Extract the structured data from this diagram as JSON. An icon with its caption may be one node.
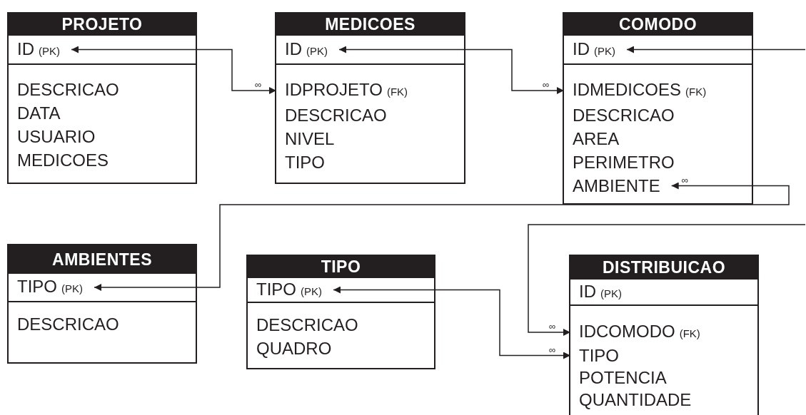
{
  "diagram": {
    "nodes": [
      {
        "text": [
          "PROJETO"
        ]
      },
      {
        "text": [
          "ID",
          "(PK)"
        ],
        "in": 0
      },
      {
        "text": [
          "DESCRICAO"
        ],
        "in": 0
      },
      {
        "text": [
          "DATA"
        ],
        "in": 0
      },
      {
        "text": [
          "USUARIO"
        ],
        "in": 0
      },
      {
        "text": [
          "MEDICOES"
        ],
        "in": 0
      },
      {
        "text": [
          "MEDICOES"
        ]
      },
      {
        "text": [
          "ID",
          "(PK)"
        ],
        "in": 6
      },
      {
        "text": [
          "IDPROJETO",
          "(FK)"
        ],
        "in": 6
      },
      {
        "text": [
          "DESCRICAO"
        ],
        "in": 6
      },
      {
        "text": [
          "NIVEL"
        ],
        "in": 6
      },
      {
        "text": [
          "TIPO"
        ],
        "in": 6
      },
      {
        "text": [
          "COMODO"
        ]
      },
      {
        "text": [
          "ID",
          "(PK)"
        ],
        "in": 12
      },
      {
        "text": [
          "IDMEDICOES",
          "(FK)"
        ],
        "in": 12
      },
      {
        "text": [
          "DESCRICAO"
        ],
        "in": 12
      },
      {
        "text": [
          "AREA"
        ],
        "in": 12
      },
      {
        "text": [
          "PERIMETRO"
        ],
        "in": 12
      },
      {
        "text": [
          "AMBIENTE"
        ],
        "in": 12
      },
      {
        "text": [
          "AMBIENTES"
        ]
      },
      {
        "text": [
          "TIPO",
          "(PK)"
        ],
        "in": 19
      },
      {
        "text": [
          "DESCRICAO"
        ],
        "in": 19
      },
      {
        "text": [
          "TIPO"
        ]
      },
      {
        "text": [
          "TIPO",
          "(PK)"
        ],
        "in": 22
      },
      {
        "text": [
          "DESCRICAO"
        ],
        "in": 22
      },
      {
        "text": [
          "QUADRO"
        ],
        "in": 22
      },
      {
        "text": [
          "DISTRIBUICAO"
        ]
      },
      {
        "text": [
          "ID",
          "(PK)"
        ],
        "in": 26
      },
      {
        "text": [
          "IDCOMODO",
          "(FK)"
        ],
        "in": 26
      },
      {
        "text": [
          "TIPO"
        ],
        "in": 26
      },
      {
        "text": [
          "POTENCIA"
        ],
        "in": 26
      },
      {
        "text": [
          "QUANTIDADE"
        ],
        "in": 26
      }
    ],
    "edges": [
      {
        "from": 1,
        "to": 8,
        "arrow": "both",
        "label": "∞"
      },
      {
        "from": 7,
        "to": 14,
        "arrow": "both",
        "label": "∞"
      },
      {
        "from": null,
        "to": 13,
        "arrow": "to"
      },
      {
        "from": 20,
        "to": 18,
        "arrow": "both",
        "label": "∞"
      },
      {
        "from": null,
        "to": 28,
        "arrow": "to",
        "label": "∞"
      },
      {
        "from": 23,
        "to": 29,
        "arrow": "both",
        "label": "∞"
      }
    ]
  }
}
